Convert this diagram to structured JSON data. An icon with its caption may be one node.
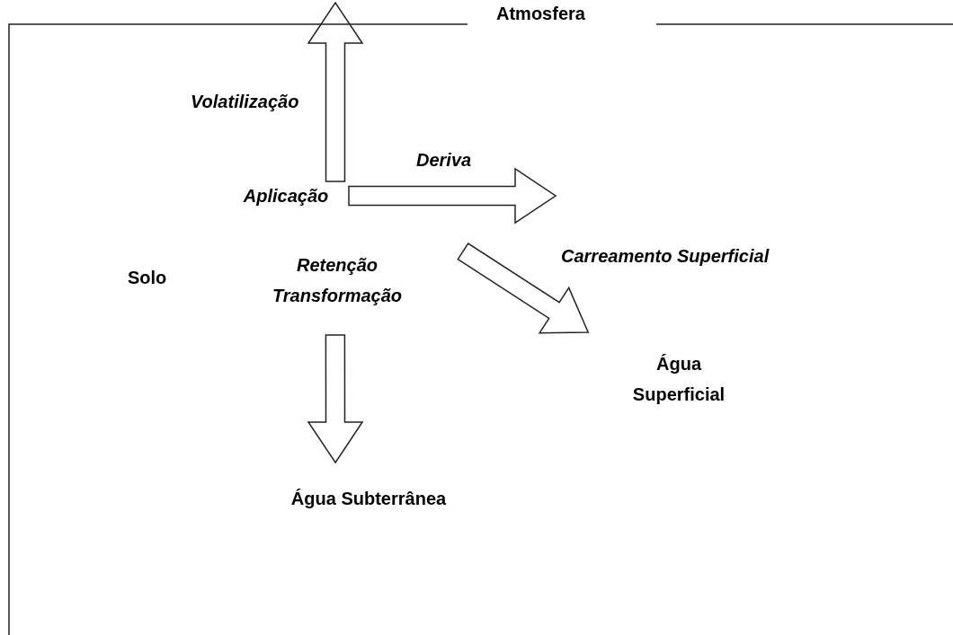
{
  "diagram": {
    "nodes": [
      {
        "text": [
          "Aplicação"
        ]
      },
      {
        "text": [
          "Retenção",
          "Transformação"
        ]
      },
      {
        "text": [
          "Água Superficial"
        ]
      },
      {
        "text": [
          "Água Subterrânea"
        ]
      }
    ],
    "edges": [
      {
        "from": 0,
        "to": null,
        "arrow": "to",
        "label": "Volatilização"
      },
      {
        "from": 0,
        "to": null,
        "arrow": "to",
        "label": "Deriva"
      },
      {
        "from": 1,
        "to": 2,
        "arrow": "to",
        "label": "Carreamento Superficial"
      },
      {
        "from": 1,
        "to": 3,
        "arrow": "to"
      }
    ],
    "labels": [
      "Atmosfera",
      "Solo"
    ]
  }
}
